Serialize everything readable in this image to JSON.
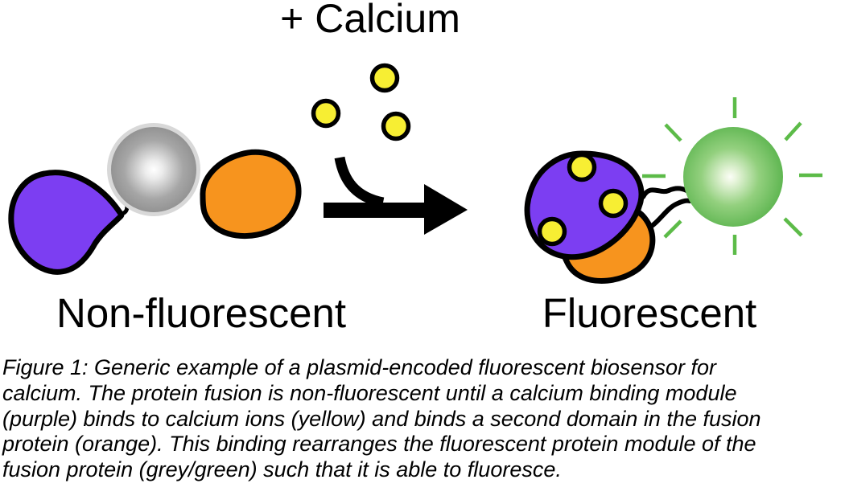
{
  "figure": {
    "reaction_label": "+ Calcium",
    "left_state_label": "Non-fluorescent",
    "right_state_label": "Fluorescent"
  },
  "caption": {
    "lines": [
      "Figure 1: Generic example of a plasmid-encoded fluorescent biosensor for",
      "calcium. The protein fusion is non-fluorescent until a calcium binding module",
      "(purple) binds to calcium ions (yellow) and binds a second domain in the fusion",
      "protein (orange). This binding rearranges the fluorescent protein module of the",
      "fusion protein (grey/green) such that it is able to fluoresce."
    ]
  },
  "colors": {
    "calcium_binding_module": "#7c3ef2",
    "second_domain": "#f7941e",
    "calcium_ion": "#f7ee33",
    "fluorescent_protein_inactive": "#8e8e8e",
    "fluorescent_protein_active": "#56b24a",
    "fluorescence_rays": "#5cbb48",
    "grey_sphere_ring": "#d8d8d8",
    "outline": "#000000"
  }
}
